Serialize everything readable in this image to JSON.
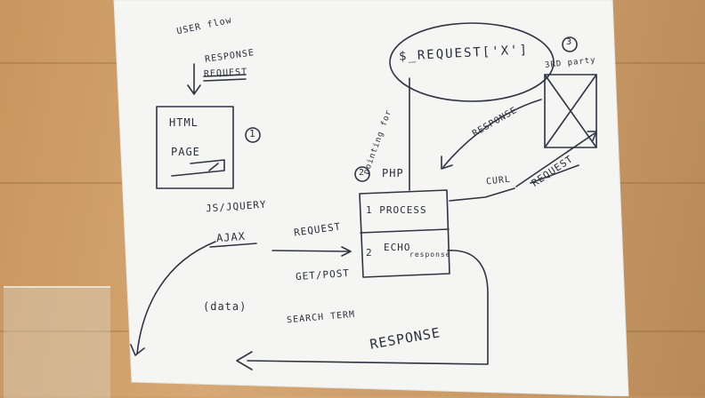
{
  "diagram": {
    "user_flow_note": "USER flow",
    "response_top": "RESPONSE",
    "request_struck": "REQUEST",
    "box1_line1": "HTML",
    "box1_line2": "PAGE",
    "step1": "1",
    "js_jquery": "JS/JQUERY",
    "ajax": "AJAX",
    "request_mid": "REQUEST",
    "get_post": "GET/POST",
    "data_note": "(data)",
    "search_term": "SEARCH TERM",
    "response_bottom": "RESPONSE",
    "pointing_for": "pointing for",
    "step2": "2",
    "php": "PHP",
    "row1": "1  PROCESS",
    "row2_num": "2",
    "row2_echo": "ECHO",
    "row2_response": "response",
    "curl": "CURL",
    "request_right": "REQUEST",
    "response_right": "RESPONSE",
    "step3": "3",
    "third_party": "3RD party",
    "request_var": "$_REQUEST['X']"
  }
}
